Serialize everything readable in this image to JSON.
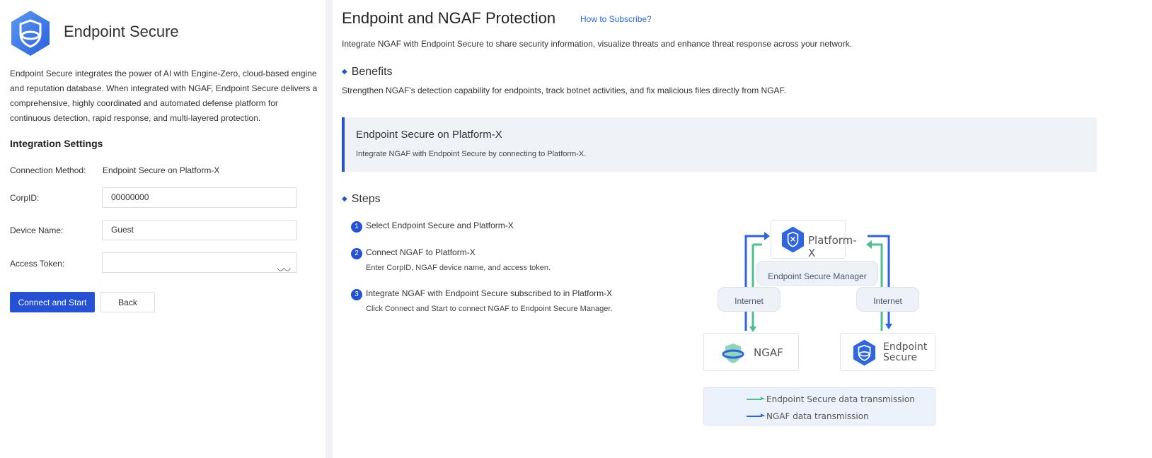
{
  "sidebar": {
    "app_title": "Endpoint Secure",
    "description": "Endpoint Secure integrates the power of AI with Engine-Zero, cloud-based engine and reputation database. When integrated with NGAF, Endpoint Secure delivers a comprehensive, highly coordinated and automated defense platform for continuous detection, rapid response, and multi-layered protection.",
    "settings_heading": "Integration Settings",
    "connection_method_label": "Connection Method:",
    "connection_method_value": "Endpoint Secure on Platform-X",
    "corpid_label": "CorpID:",
    "corpid_value": "00000000",
    "device_name_label": "Device Name:",
    "device_name_value": "Guest",
    "access_token_label": "Access Token:",
    "access_token_value": "",
    "connect_button": "Connect and Start",
    "back_button": "Back"
  },
  "main": {
    "title": "Endpoint and NGAF Protection",
    "subscribe_link": "How to Subscribe?",
    "intro": "Integrate NGAF with Endpoint Secure to share security information, visualize threats and enhance threat response across your network.",
    "benefits_heading": "Benefits",
    "benefits_text": "Strengthen NGAF's detection capability for endpoints, track botnet activities, and fix malicious files directly from NGAF.",
    "card_title": "Endpoint Secure on Platform-X",
    "card_text": "Integrate NGAF with Endpoint Secure by connecting to Platform-X.",
    "steps_heading": "Steps",
    "steps": [
      {
        "num": "1",
        "title": "Select Endpoint Secure and Platform-X",
        "sub": ""
      },
      {
        "num": "2",
        "title": "Connect NGAF to Platform-X",
        "sub": "Enter CorpID, NGAF device name, and access token."
      },
      {
        "num": "3",
        "title": "Integrate NGAF with Endpoint Secure subscribed to in Platform-X",
        "sub": "Click Connect and Start to connect NGAF to Endpoint Secure Manager."
      }
    ]
  },
  "diagram": {
    "platform": "Platform-X",
    "manager": "Endpoint Secure Manager",
    "internet_left": "Internet",
    "internet_right": "Internet",
    "ngaf": "NGAF",
    "endpoint_line1": "Endpoint",
    "endpoint_line2": "Secure",
    "legend_green": "Endpoint Secure data transmission",
    "legend_blue": "NGAF data transmission",
    "colors": {
      "blue": "#2b63e0",
      "green": "#4cbf8e",
      "accent": "#2451d6"
    }
  }
}
